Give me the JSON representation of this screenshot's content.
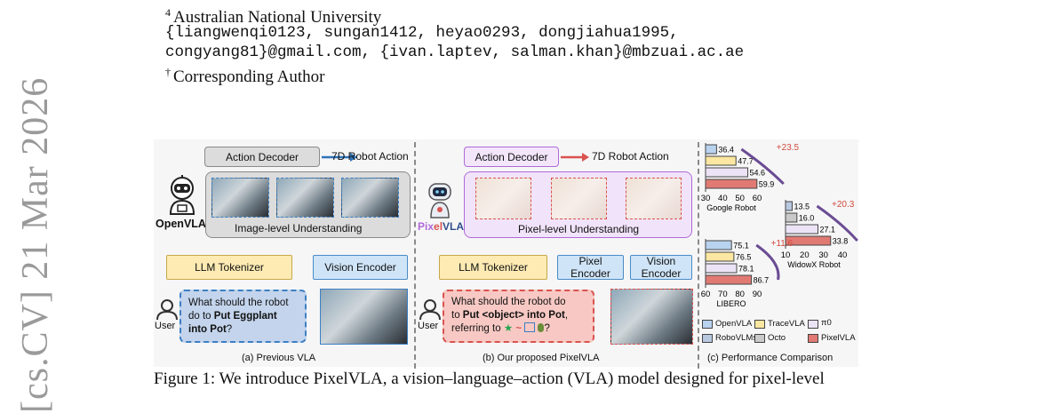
{
  "arxiv_stamp": "[cs.CV]  21 Mar 2026",
  "affiliation": {
    "mark": "4",
    "text": "Australian National University"
  },
  "emails": {
    "line1": "{liangwenqi0123, sungan1412, heyao0293, dongjiahua1995,",
    "line2": "congyang81}@gmail.com, {ivan.laptev, salman.khan}@mbzuai.ac.ae"
  },
  "corresponding": {
    "mark": "†",
    "text": "Corresponding Author"
  },
  "figure": {
    "panel_a": {
      "action_decoder": "Action Decoder",
      "output": "7D Robot Action",
      "model_name": "OpenVLA",
      "understanding": "Image-level Understanding",
      "tokenizer": "LLM Tokenizer",
      "vision_encoder": "Vision Encoder",
      "user": "User",
      "prompt_line1": "What should the robot",
      "prompt_line2_pre": "do to ",
      "prompt_bold1": "Put Eggplant",
      "prompt_bold2": "into Pot",
      "prompt_end": "?",
      "caption": "(a) Previous VLA"
    },
    "panel_b": {
      "action_decoder": "Action Decoder",
      "output": "7D Robot Action",
      "model_prefix": "Pix",
      "model_mid": "el",
      "model_suffix": "VLA",
      "understanding": "Pixel-level Understanding",
      "tokenizer": "LLM Tokenizer",
      "pixel_encoder_1": "Pixel",
      "pixel_encoder_2": "Encoder",
      "vision_encoder_1": "Vision",
      "vision_encoder_2": "Encoder",
      "user": "User",
      "prompt_line1": "What should the robot do",
      "prompt_line2_pre": "to ",
      "prompt_bold": "Put <object> into Pot",
      "prompt_line2_end": ",",
      "prompt_line3": "referring to",
      "prompt_end": "?",
      "caption": "(b) Our proposed PixelVLA"
    },
    "panel_c": {
      "caption": "(c) Performance Comparison",
      "legend": [
        "OpenVLA",
        "TraceVLA",
        "π0",
        "RoboVLMs",
        "Octo",
        "PixelVLA"
      ],
      "colors": {
        "OpenVLA": "#b9d3ef",
        "TraceVLA": "#fbe7a1",
        "pi0": "#ece4f6",
        "RoboVLMs": "#b8c8e0",
        "Octo": "#c9c9c9",
        "PixelVLA": "#e07a73",
        "gain": "#d24a3d"
      }
    }
  },
  "chart_data": [
    {
      "type": "bar",
      "xlabel": "Google Robot",
      "series_names": [
        "OpenVLA",
        "TraceVLA",
        "π0",
        "PixelVLA"
      ],
      "values": [
        36.4,
        47.7,
        54.6,
        59.9
      ],
      "xticks": [
        "30",
        "40",
        "50",
        "60"
      ],
      "xlim": [
        30,
        60
      ],
      "gain": "+23.5"
    },
    {
      "type": "bar",
      "xlabel": "WidowX Robot",
      "series_names": [
        "RoboVLMs",
        "Octo",
        "π0",
        "PixelVLA"
      ],
      "values": [
        13.5,
        16.0,
        27.1,
        33.8
      ],
      "xticks": [
        "10",
        "20",
        "30",
        "40"
      ],
      "xlim": [
        10,
        40
      ],
      "gain": "+20.3"
    },
    {
      "type": "bar",
      "xlabel": "LIBERO",
      "series_names": [
        "OpenVLA",
        "TraceVLA",
        "π0",
        "PixelVLA"
      ],
      "values": [
        75.1,
        76.5,
        78.1,
        86.7
      ],
      "xticks": [
        "60",
        "70",
        "80",
        "90"
      ],
      "xlim": [
        60,
        90
      ],
      "gain": "+11.6"
    }
  ],
  "caption": "Figure 1: We introduce PixelVLA, a vision–language–action (VLA) model designed for pixel-level"
}
